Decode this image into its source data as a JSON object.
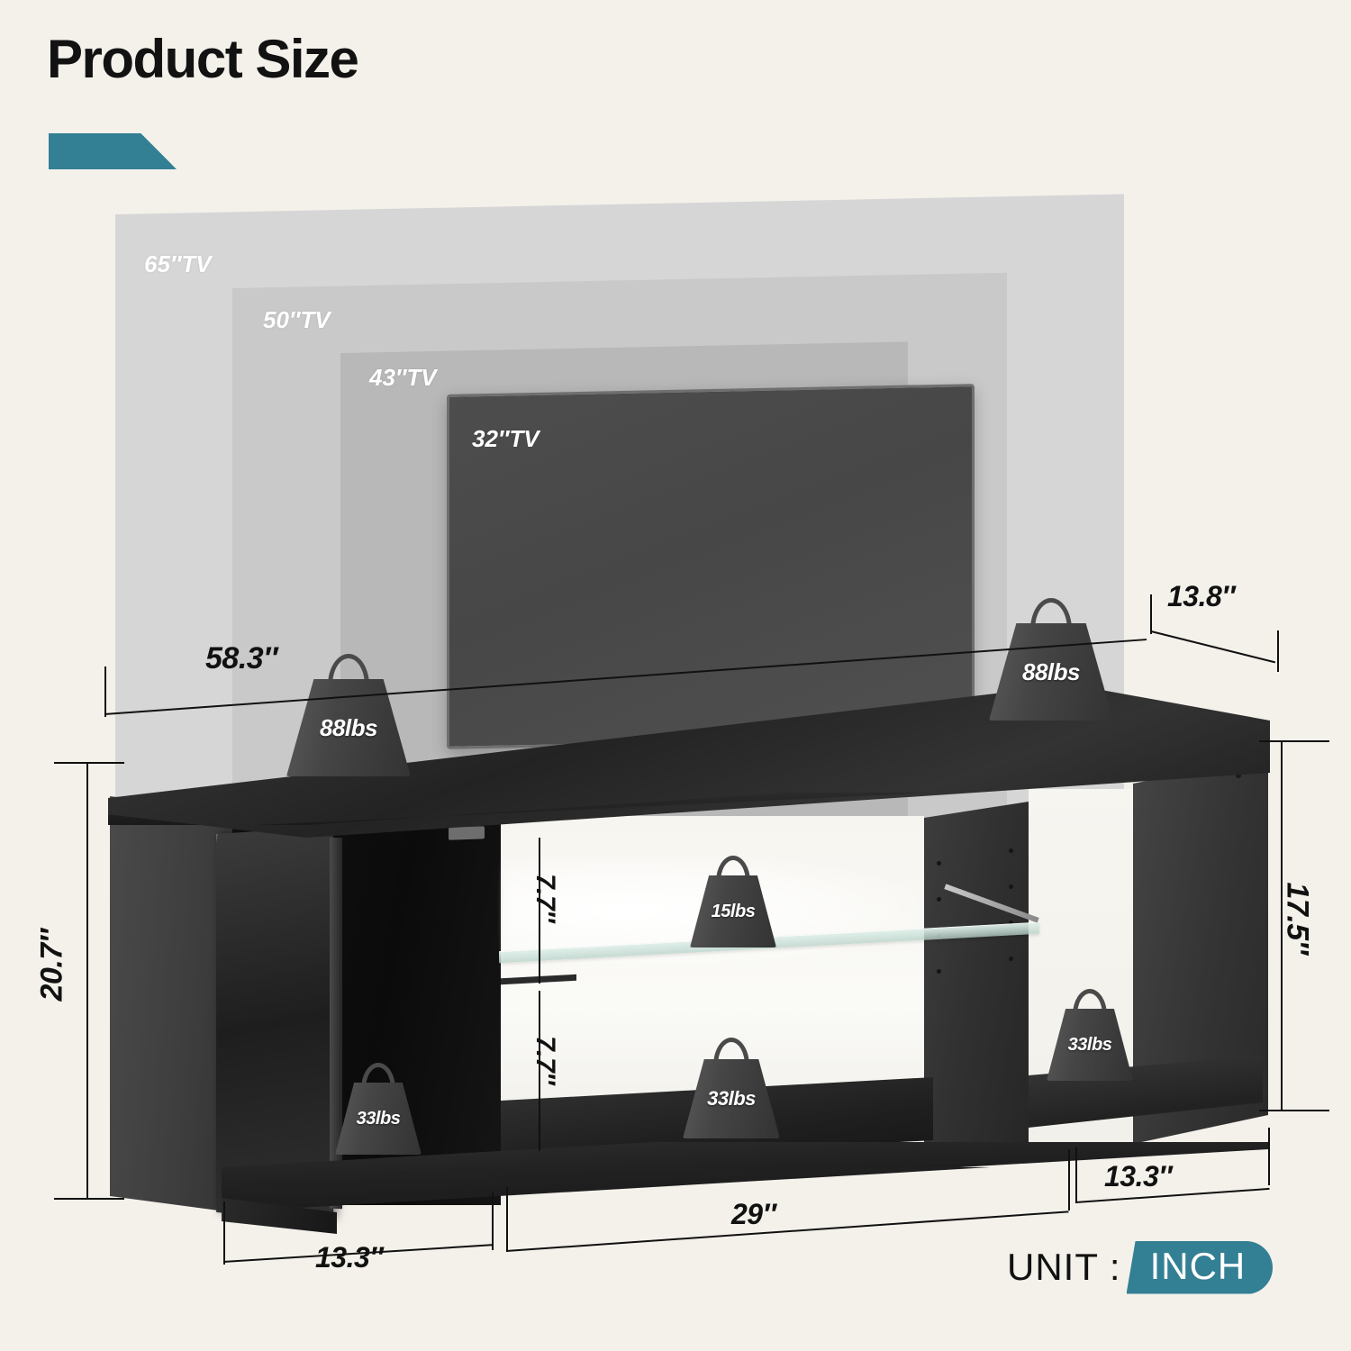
{
  "header": {
    "title": "Product Size"
  },
  "tv_sizes": [
    {
      "id": "tv65",
      "label": "65″TV"
    },
    {
      "id": "tv50",
      "label": "50″TV"
    },
    {
      "id": "tv43",
      "label": "43″TV"
    },
    {
      "id": "tv32",
      "label": "32″TV"
    }
  ],
  "dimensions": {
    "overall_width": "58.3″",
    "depth": "13.8″",
    "overall_height": "20.7″",
    "cabinet_height": "17.5″",
    "left_section_width": "13.3″",
    "center_section_width": "29″",
    "right_section_width": "13.3″",
    "upper_compartment_height": "7.7″",
    "lower_compartment_height": "7.7″"
  },
  "weight_capacities": [
    {
      "id": "top-left",
      "label": "88lbs"
    },
    {
      "id": "top-right",
      "label": "88lbs"
    },
    {
      "id": "left-cabinet",
      "label": "33lbs"
    },
    {
      "id": "glass-shelf",
      "label": "15lbs"
    },
    {
      "id": "center-bottom",
      "label": "33lbs"
    },
    {
      "id": "right-compartment",
      "label": "33lbs"
    }
  ],
  "unit": {
    "prefix": "UNIT :",
    "value": "INCH"
  },
  "colors": {
    "background": "#F4F1EB",
    "accent_teal": "#337F94",
    "text_dark": "#111111",
    "tv_65": "#D6D6D6",
    "tv_50": "#C9C9C9",
    "tv_43": "#B8B8B8",
    "tv_32": "#4A4A4A"
  }
}
